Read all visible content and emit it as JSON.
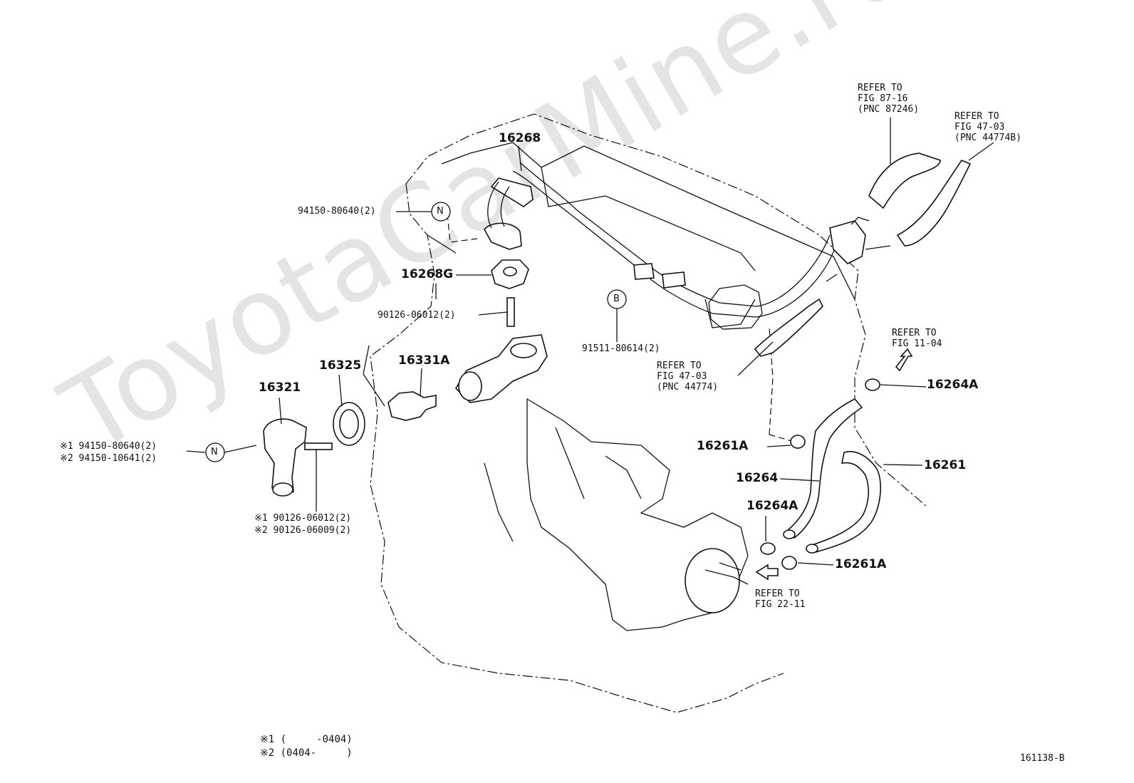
{
  "watermark": "ToyotaCarMine.ru",
  "diagram_id": "161138-B",
  "circle_markers": {
    "n": "N",
    "b": "B"
  },
  "labels": {
    "p16268": "16268",
    "p94150_top": "94150-80640(2)",
    "p16268G": "16268G",
    "p90126_top": "90126-06012(2)",
    "p91511": "91511-80614(2)",
    "p16325": "16325",
    "p16331A": "16331A",
    "p16321": "16321",
    "p94150_v1": "※1 94150-80640(2)",
    "p94150_v2": "※2 94150-10641(2)",
    "p90126_v1": "※1 90126-06012(2)",
    "p90126_v2": "※2 90126-06009(2)",
    "p16264A_top": "16264A",
    "p16261A_top": "16261A",
    "p16264": "16264",
    "p16261": "16261",
    "p16264A_bot": "16264A",
    "p16261A_bot": "16261A"
  },
  "refs": {
    "ref1": "REFER TO\nFIG 87-16\n(PNC 87246)",
    "ref2": "REFER TO\nFIG 47-03\n(PNC 44774B)",
    "ref3": "REFER TO\nFIG 47-03\n(PNC 44774)",
    "ref4": "REFER TO\nFIG 11-04",
    "ref5": "REFER TO\nFIG 22-11"
  },
  "footnotes": {
    "note1": "※1 (     -0404)",
    "note2": "※2 (0404-     )"
  }
}
